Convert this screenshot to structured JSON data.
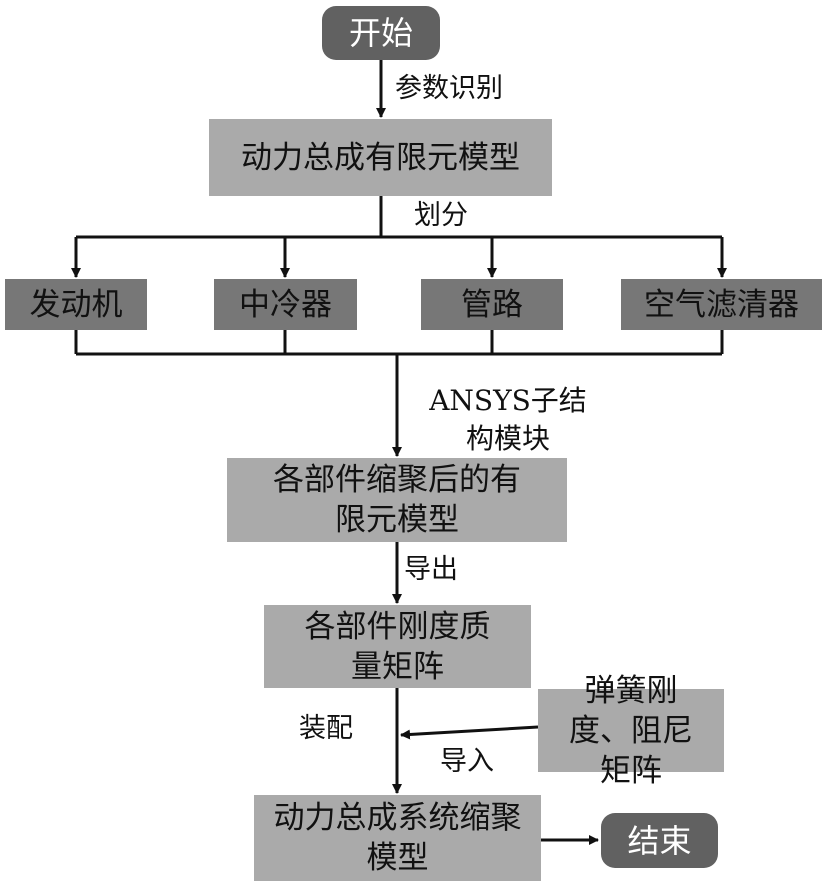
{
  "nodes": {
    "start": "开始",
    "model_full": "动力总成有限元模型",
    "engine": "发动机",
    "intercooler": "中冷器",
    "pipe": "管路",
    "air_filter": "空气滤清器",
    "condensed_model": "各部件缩聚后的有限元模型",
    "matrix": "各部件刚度质量矩阵",
    "spring_damping": "弹簧刚度、阻尼矩阵",
    "system_model": "动力总成系统缩聚模型",
    "end": "结束"
  },
  "edges": {
    "identify": "参数识别",
    "divide": "划分",
    "ansys": "ANSYS子结构模块",
    "export": "导出",
    "assemble": "装配",
    "import": "导入"
  },
  "colors": {
    "process_box": "#aaaaaa",
    "component_box": "#777777",
    "terminal_box": "#616161",
    "line": "#111111"
  }
}
